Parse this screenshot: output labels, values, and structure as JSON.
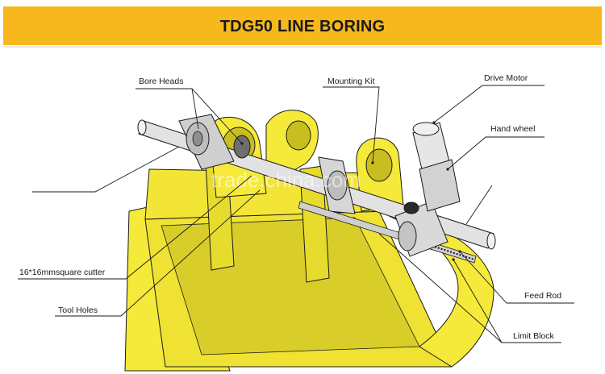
{
  "header": {
    "title": "TDG50 LINE BORING"
  },
  "labels": {
    "bore_heads": "Bore Heads",
    "mounting_kit": "Mounting Kit",
    "drive_motor": "Drive Motor",
    "hand_wheel": "Hand wheel",
    "square_cutter": "16*16mmsquare cutter",
    "tool_holes": "Tool Holes",
    "feed_rod": "Feed Rod",
    "limit_block": "Limit Block"
  },
  "watermark": {
    "text": "trade.china.com"
  },
  "colors": {
    "banner": "#f6b81c",
    "bucket_yellow": "#f5e93a",
    "bucket_shadow": "#c9bd20",
    "steel": "#dcdcdc",
    "outline": "#1a1a1a"
  }
}
